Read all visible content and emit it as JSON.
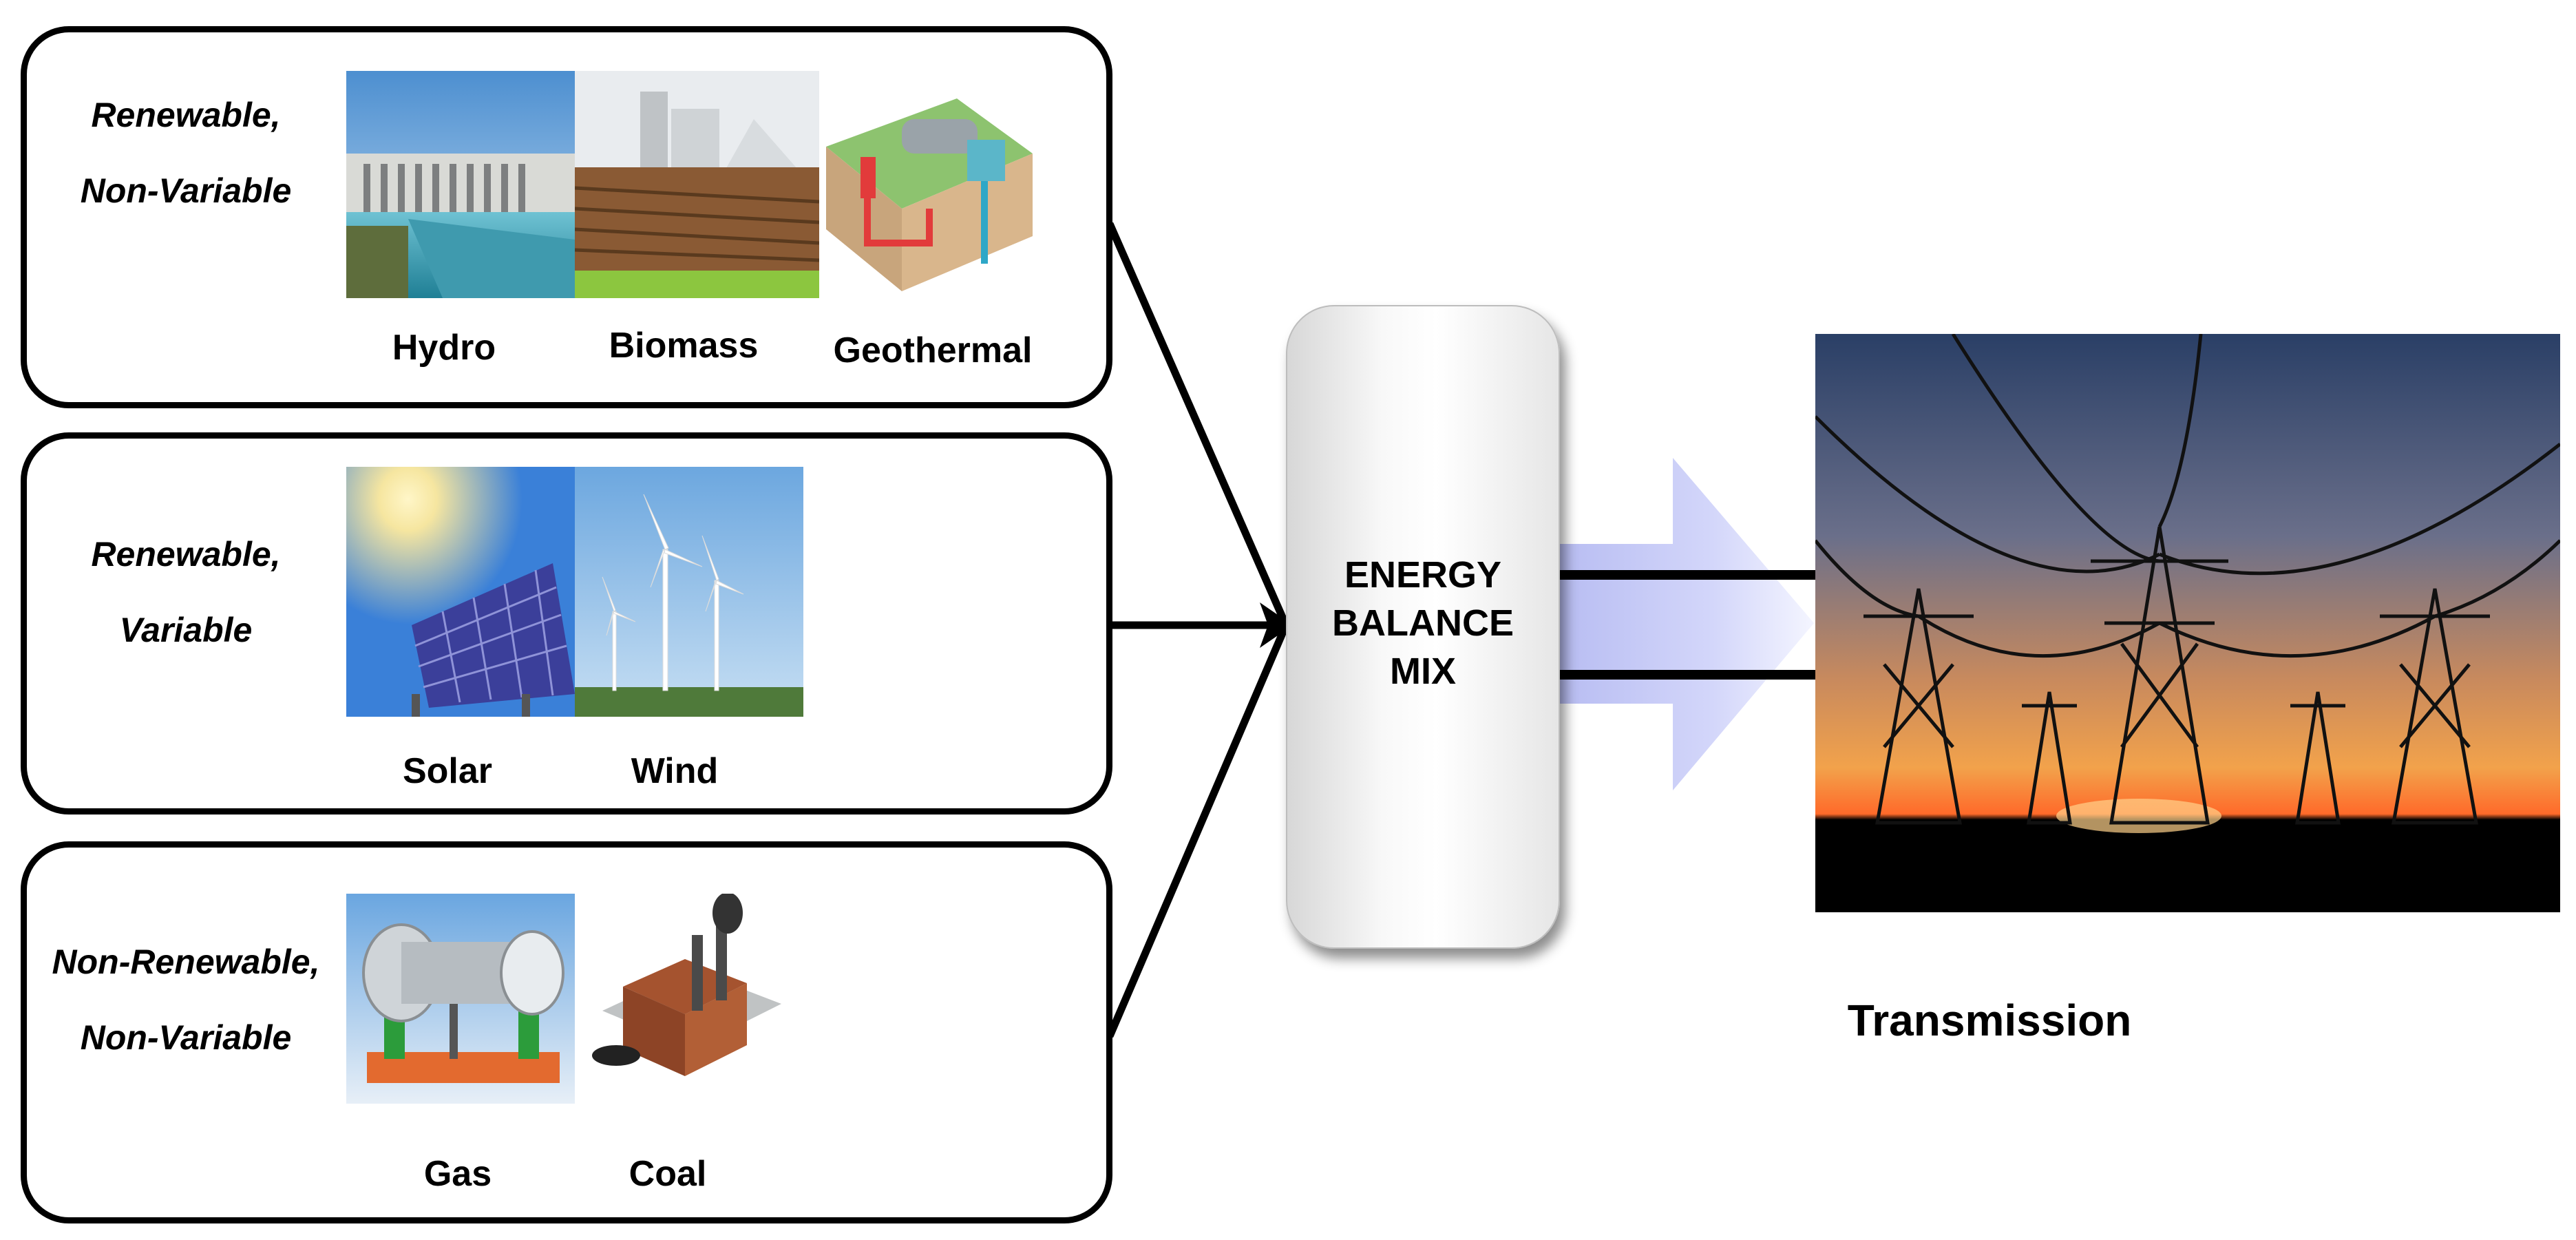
{
  "groups": [
    {
      "label_lines": [
        "Renewable,",
        "Non-Variable"
      ],
      "sources": [
        "Hydro",
        "Biomass",
        "Geothermal"
      ]
    },
    {
      "label_lines": [
        "Renewable,",
        "Variable"
      ],
      "sources": [
        "Solar",
        "Wind"
      ]
    },
    {
      "label_lines": [
        "Non-Renewable,",
        "Non-Variable"
      ],
      "sources": [
        "Gas",
        "Coal"
      ]
    }
  ],
  "mix": {
    "lines": [
      "ENERGY",
      "BALANCE",
      "MIX"
    ]
  },
  "transmission": {
    "label": "Transmission"
  },
  "colors": {
    "arrow_fill": "#c9ccf7",
    "box_border": "#000000"
  }
}
